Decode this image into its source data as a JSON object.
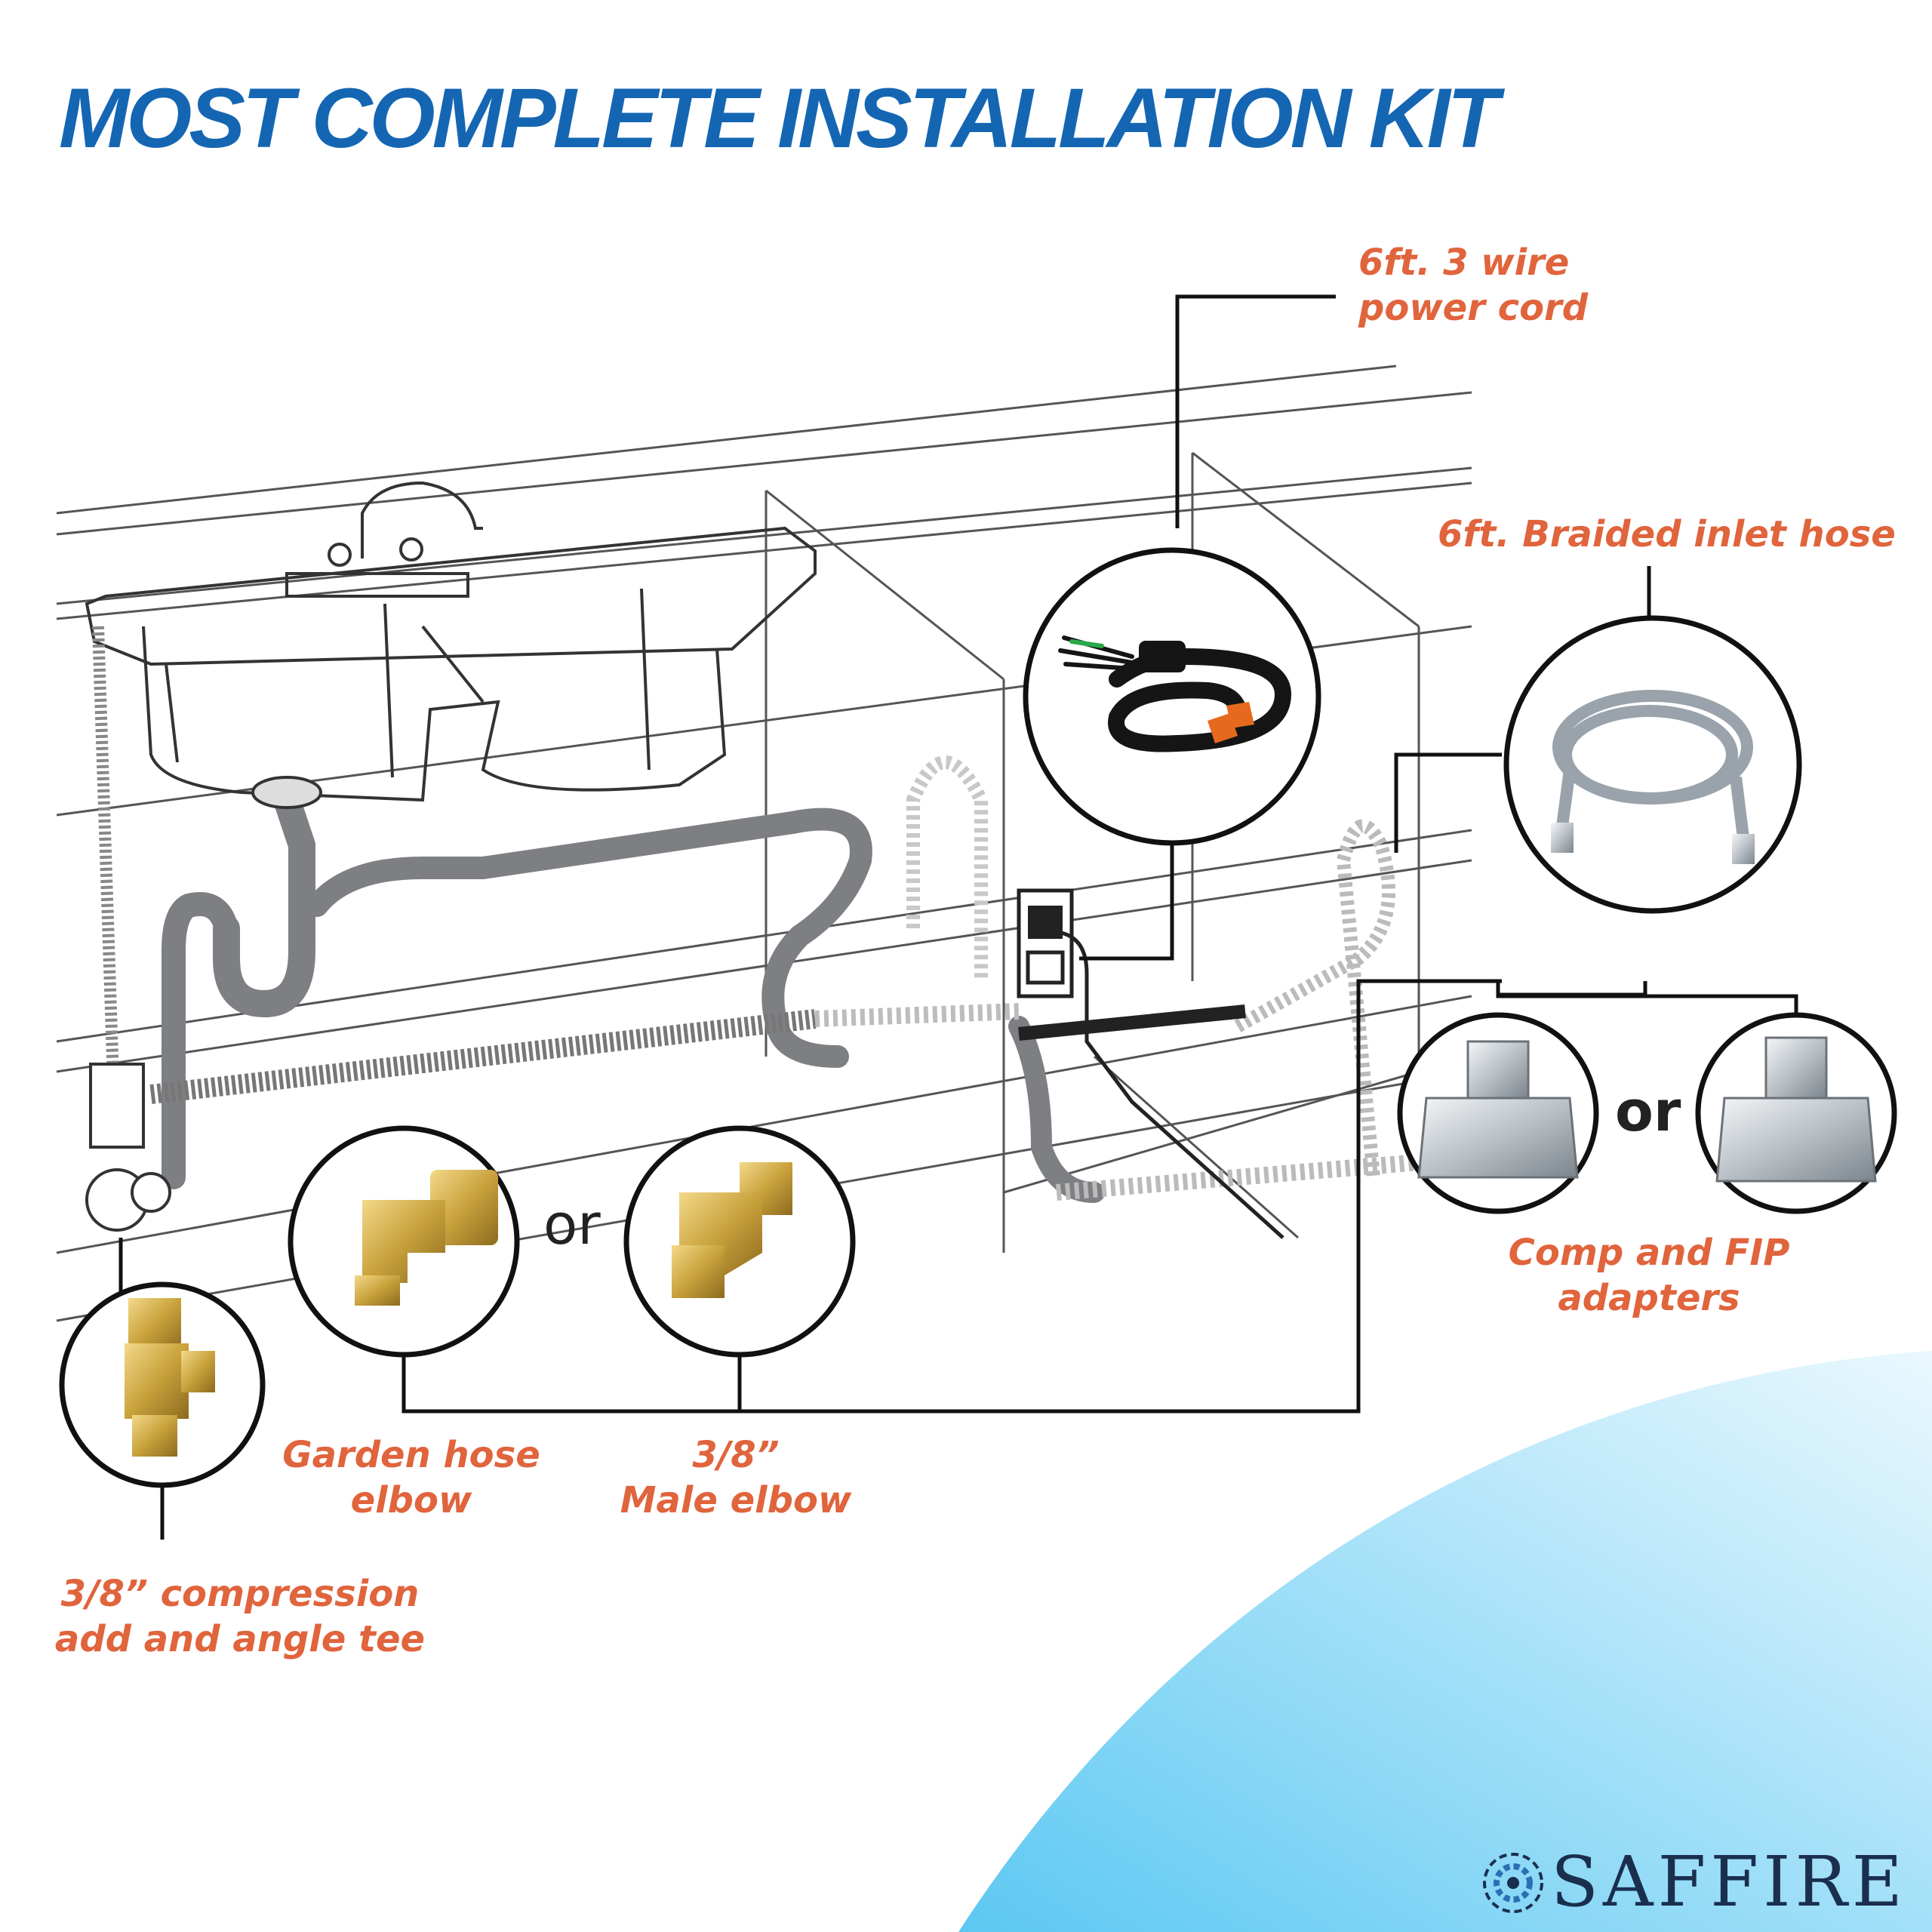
{
  "title": "MOST COMPLETE INSTALLATION KIT",
  "colors": {
    "title": "#1466b3",
    "labels": "#e0643c",
    "brand": "#1a2f4e",
    "swoosh": "#6ecff3"
  },
  "labels": {
    "power_cord": [
      "6ft. 3 wire",
      "power cord"
    ],
    "inlet_hose": [
      "6ft. Braided  inlet hose"
    ],
    "adapters": [
      "Comp and FIP",
      "adapters"
    ],
    "garden_elbow": [
      "Garden hose",
      "elbow"
    ],
    "male_elbow": [
      "3/8”",
      "Male elbow"
    ],
    "angle_tee": [
      "3/8” compression",
      "add and angle tee"
    ]
  },
  "or_words": [
    "or",
    "or"
  ],
  "brand": {
    "name": "SAFFIRE",
    "icon": "swirl-logo-icon"
  }
}
